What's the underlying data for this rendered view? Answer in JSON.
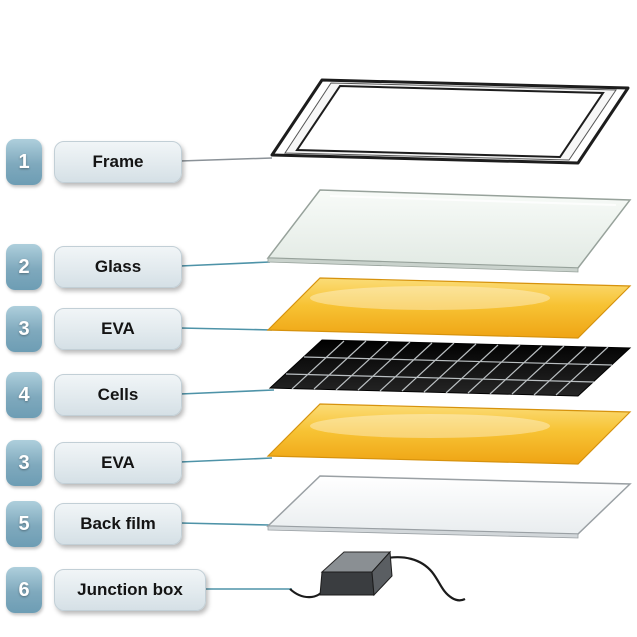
{
  "diagram": {
    "type": "exploded-layer-diagram",
    "subject": "solar-panel-structure",
    "layers": [
      {
        "num": "1",
        "label": "Frame"
      },
      {
        "num": "2",
        "label": "Glass"
      },
      {
        "num": "3",
        "label": "EVA"
      },
      {
        "num": "4",
        "label": "Cells"
      },
      {
        "num": "3",
        "label": "EVA"
      },
      {
        "num": "5",
        "label": "Back film"
      },
      {
        "num": "6",
        "label": "Junction box"
      }
    ],
    "colors": {
      "badge": "#7fa9bd",
      "label_pill": "#e2eaee",
      "connector_line": "#4e93a8",
      "eva_layer": "#f2ae1c",
      "cells_layer": "#0d0d0d",
      "glass_layer": "#eef3ef",
      "back_film_layer": "#fafafa",
      "junction_box": "#3a3a3a"
    }
  }
}
